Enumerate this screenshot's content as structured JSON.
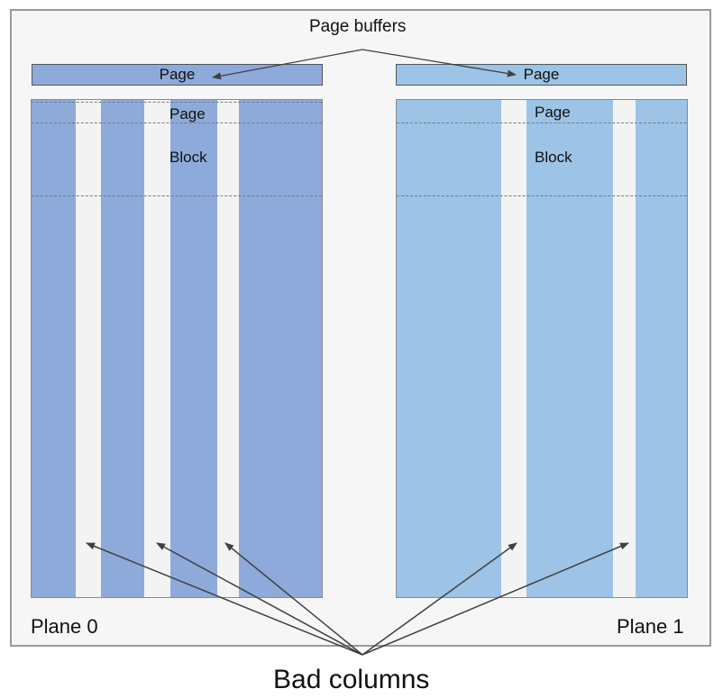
{
  "labels": {
    "page_buffers": "Page buffers",
    "bad_columns": "Bad columns"
  },
  "buffers": [
    {
      "label": "Page",
      "color": "#8eaadb"
    },
    {
      "label": "Page",
      "color": "#9dc3e6"
    }
  ],
  "planes": [
    {
      "name": "Plane 0",
      "color": "#8eaadb",
      "page_label": "Page",
      "block_label": "Block",
      "bad_column_count": 3
    },
    {
      "name": "Plane 1",
      "color": "#9dc3e6",
      "page_label": "Page",
      "block_label": "Block",
      "bad_column_count": 2
    }
  ],
  "colors": {
    "background": "#f6f6f6",
    "frame_border": "#9a9a9a",
    "bad_column": "#f3f3f3",
    "arrow": "#404040"
  }
}
